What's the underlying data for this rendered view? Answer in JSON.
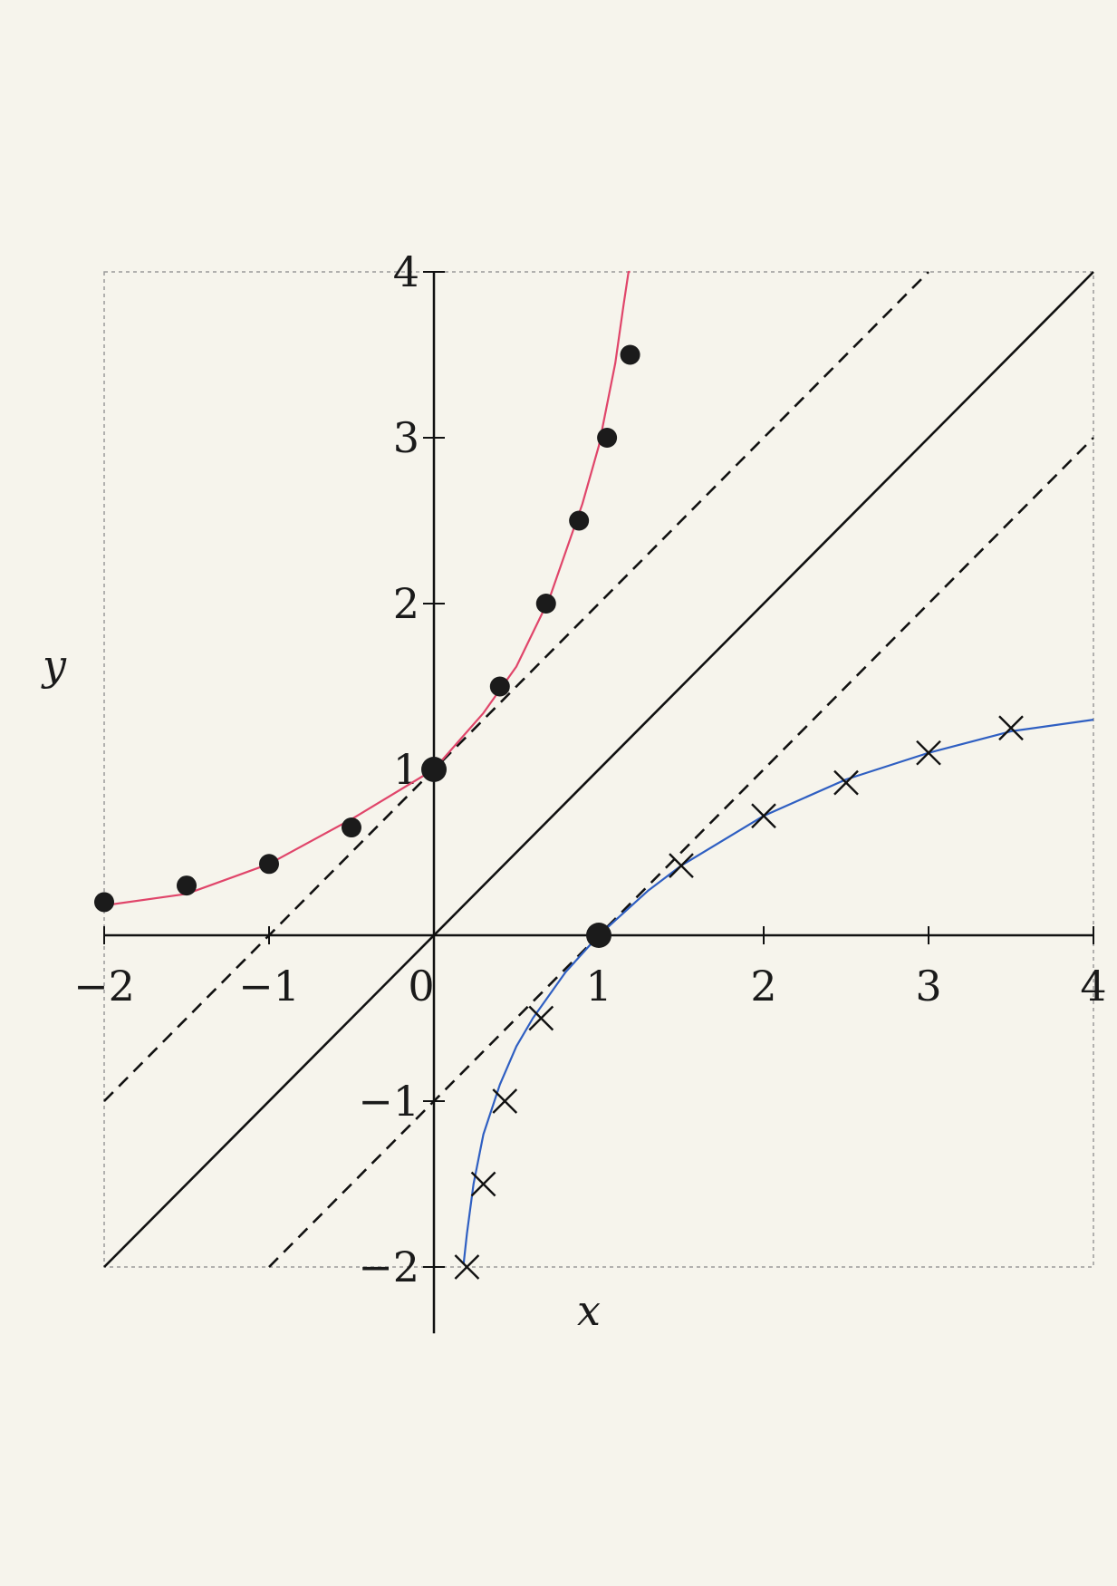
{
  "chart_data": {
    "type": "line",
    "xlabel": "x",
    "ylabel": "y",
    "xlim": [
      -2,
      4
    ],
    "ylim": [
      -2,
      4
    ],
    "x_ticks": [
      "−2",
      "−1",
      "0",
      "1",
      "2",
      "3",
      "4"
    ],
    "y_ticks": [
      "−2",
      "−1",
      "1",
      "2",
      "3",
      "4"
    ],
    "frame": "dotted",
    "grid": false,
    "legend": "none",
    "lines": [
      {
        "role": "y = x",
        "x": [
          -2,
          4
        ],
        "y": [
          -2,
          4
        ],
        "style": "solid",
        "color": "#111111"
      },
      {
        "role": "y = x + 1",
        "x": [
          -2,
          3
        ],
        "y": [
          -1,
          4
        ],
        "style": "dashed",
        "color": "#111111"
      },
      {
        "role": "y = x − 1",
        "x": [
          -1,
          4
        ],
        "y": [
          -2,
          3
        ],
        "style": "dashed",
        "color": "#111111"
      }
    ],
    "series": [
      {
        "marker": "dot",
        "color": "#e0456a",
        "curve_x": [
          -2,
          -1.5,
          -1,
          -0.5,
          0,
          0.3,
          0.5,
          0.7,
          0.9,
          1.0,
          1.1,
          1.15,
          1.18,
          1.19
        ],
        "curve_y": [
          0.18,
          0.25,
          0.43,
          0.7,
          1.0,
          1.34,
          1.62,
          2.03,
          2.6,
          2.95,
          3.45,
          3.8,
          4.0,
          4.0
        ],
        "points_x": [
          -2,
          -1.5,
          -1,
          -0.5,
          0.4,
          0.68,
          0.88,
          1.05,
          1.19
        ],
        "points_y": [
          0.2,
          0.3,
          0.43,
          0.65,
          1.5,
          2.0,
          2.5,
          3.0,
          3.5
        ]
      },
      {
        "marker": "cross",
        "color": "#2f5fc2",
        "curve_x": [
          0.18,
          0.2,
          0.24,
          0.3,
          0.4,
          0.5,
          0.6,
          0.8,
          1.0,
          1.3,
          1.5,
          2.0,
          2.5,
          3.0,
          3.5,
          4.0
        ],
        "curve_y": [
          -1.98,
          -1.8,
          -1.5,
          -1.2,
          -0.9,
          -0.67,
          -0.5,
          -0.22,
          0.0,
          0.27,
          0.42,
          0.72,
          0.94,
          1.1,
          1.23,
          1.3
        ],
        "points_x": [
          0.2,
          0.3,
          0.43,
          0.65,
          1.5,
          2.0,
          2.5,
          3.0,
          3.5
        ],
        "points_y": [
          -2.0,
          -1.5,
          -1.0,
          -0.5,
          0.42,
          0.72,
          0.92,
          1.1,
          1.25
        ]
      }
    ],
    "highlight_points": [
      {
        "x": 0,
        "y": 1
      },
      {
        "x": 1,
        "y": 0
      }
    ]
  }
}
